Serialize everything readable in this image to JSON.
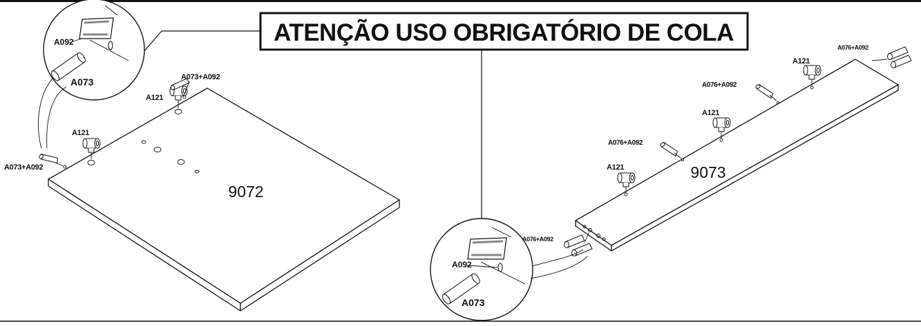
{
  "warning": {
    "text": "ATENÇÃO USO OBRIGATÓRIO DE COLA"
  },
  "left_panel": {
    "part_number": "9072",
    "labels": {
      "cam_top": "A121",
      "cam_left": "A121",
      "dowel_top": "A073+A092",
      "dowel_left": "A073+A092"
    },
    "detail": {
      "glue_label": "A092",
      "dowel_label": "A073"
    }
  },
  "right_panel": {
    "part_number": "9073",
    "labels": {
      "cam_1": "A121",
      "cam_2": "A121",
      "cam_3": "A121",
      "dowel_1": "A076+A092",
      "dowel_2": "A076+A092",
      "dowel_3": "A076+A092",
      "dowel_end": "A076+A092"
    },
    "detail": {
      "glue_label": "A092",
      "dowel_label": "A073"
    }
  }
}
